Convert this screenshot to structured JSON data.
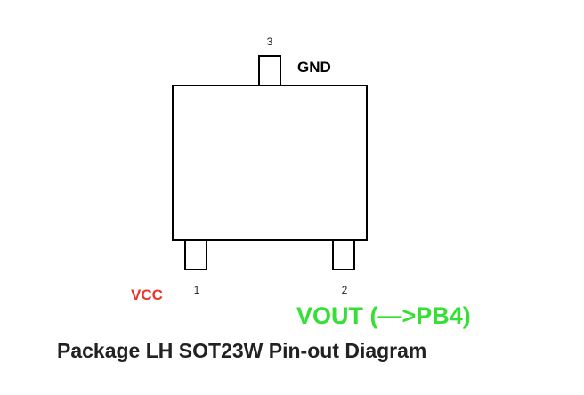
{
  "diagram": {
    "title": "Package LH SOT23W Pin-out Diagram",
    "title_color": "#222222",
    "outline_color": "#000000",
    "pins": [
      {
        "number": "3",
        "label": "GND",
        "label_color": "#000000"
      },
      {
        "number": "1",
        "label": "VCC",
        "label_color": "#e8372c"
      },
      {
        "number": "2",
        "label": "VOUT (—>PB4)",
        "label_color": "#33e033"
      }
    ]
  }
}
